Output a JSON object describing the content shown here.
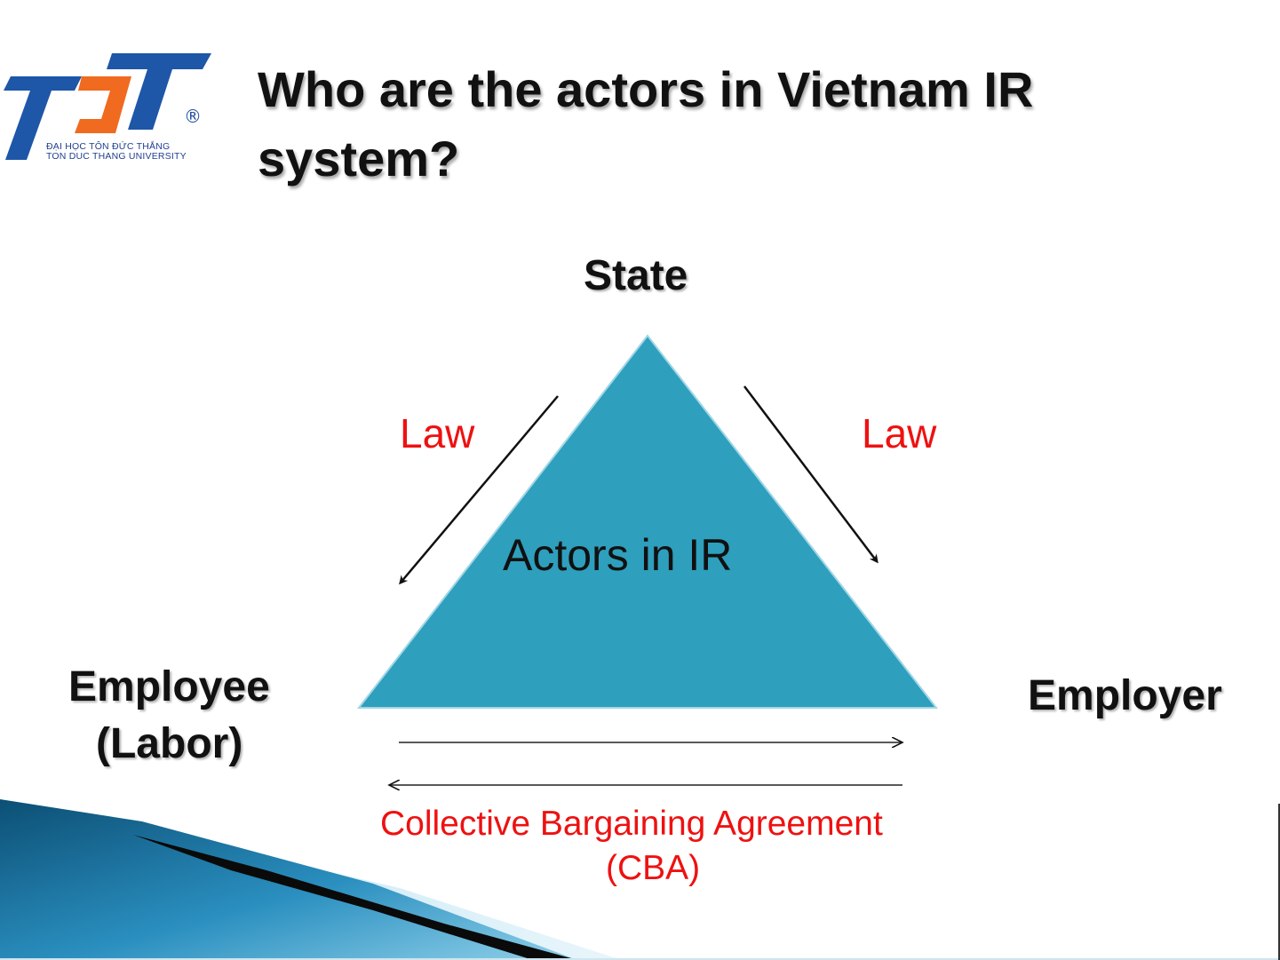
{
  "logo": {
    "mark": "TDT",
    "registered": "®",
    "line1": "ĐẠI HỌC TÔN ĐỨC THẮNG",
    "line2": "TON DUC THANG UNIVERSITY",
    "colors": {
      "blue": "#1e56a8",
      "orange": "#f06a1f"
    }
  },
  "title": {
    "line1": "Who are the actors in Vietnam IR",
    "line2": "system?"
  },
  "diagram": {
    "top_node": "State",
    "left_node_line1": "Employee",
    "left_node_line2": "(Labor)",
    "right_node": "Employer",
    "center_label": "Actors in IR",
    "left_arrow_label": "Law",
    "right_arrow_label": "Law",
    "bottom_label_line1": "Collective Bargaining Agreement",
    "bottom_label_line2": "(CBA)",
    "triangle_color": "#2e9fbd",
    "label_red": "#ee1111"
  }
}
